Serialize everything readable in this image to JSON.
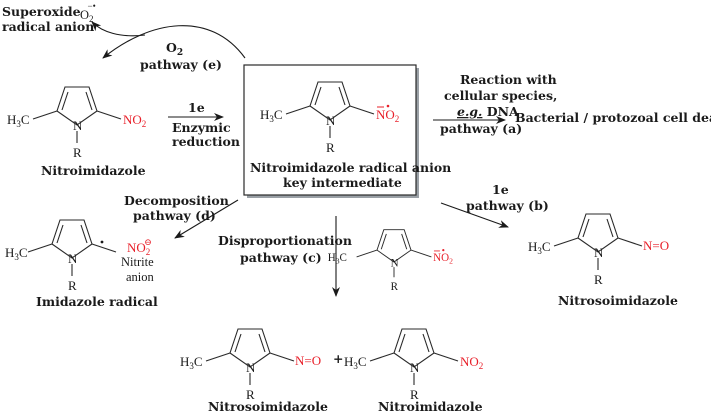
{
  "title": "Nitroimidazole reductive activation pathways",
  "colors": {
    "nitro_group": "#e8202a",
    "text": "#1a1a1a",
    "box_shadow": "#9aa0a6"
  },
  "labels": {
    "superoxide_line1": "Superoxide",
    "superoxide_line2": "radical anion",
    "superoxide_formula": "O",
    "superoxide_sub": "2",
    "superoxide_charge": "−•",
    "o2": "O",
    "o2_sub": "2",
    "pathway_e": "pathway (e)",
    "enzymic_1e": "1e",
    "enzymic_line1": "Enzymic",
    "enzymic_line2": "reduction",
    "reaction_line1": "Reaction with",
    "reaction_line2": "cellular species,",
    "reaction_eg": "e.g.",
    "reaction_dna": " DNA",
    "pathway_a": "pathway (a)",
    "cell_death": "Bacterial / protozoal cell  death",
    "decomposition": "Decomposition",
    "pathway_d": "pathway (d)",
    "disproportionation": "Disproportionation",
    "pathway_c": "pathway (c)",
    "pathway_b_1e": "1e",
    "pathway_b": "pathway (b)",
    "nitrite_formula": "NO",
    "nitrite_sub": "2",
    "nitrite_charge": "⊖",
    "nitrite_line1": "Nitrite",
    "nitrite_line2": "anion",
    "plus": "+"
  },
  "compounds": {
    "nitroimidazole": {
      "name": "Nitroimidazole",
      "substituent": "NO",
      "substituent_sub": "2"
    },
    "radical_anion": {
      "name_line1": "Nitroimidazole radical anion",
      "name_line2": "key intermediate",
      "substituent": "NO",
      "substituent_sub": "2"
    },
    "imidazole_radical": {
      "name": "Imidazole radical"
    },
    "nitrosoimidazole_b": {
      "name": "Nitrosoimidazole",
      "substituent": "N=O"
    },
    "disprop_reactant": {
      "substituent": "NO",
      "substituent_sub": "2"
    },
    "nitrosoimidazole_c": {
      "name": "Nitrosoimidazole",
      "substituent": "N=O"
    },
    "nitroimidazole_c": {
      "name": "Nitroimidazole",
      "substituent": "NO",
      "substituent_sub": "2"
    }
  },
  "atoms": {
    "methyl": "H",
    "methyl_sub": "3",
    "methyl_c": "C",
    "n": "N",
    "r": "R"
  }
}
